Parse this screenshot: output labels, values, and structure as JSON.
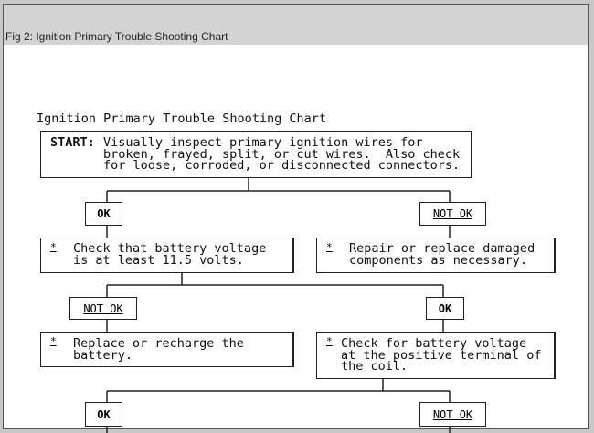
{
  "header": {
    "title": "Fig 2: Ignition Primary Trouble Shooting Chart"
  },
  "chart": {
    "title": "Ignition Primary Trouble Shooting Chart",
    "start": {
      "label": "START:",
      "text": "Visually inspect primary ignition wires for\nbroken, frayed, split, or cut wires.  Also check\nfor loose, corroded, or disconnected connectors."
    },
    "marker": "*",
    "ok": "OK",
    "not_ok": "NOT OK",
    "step_battery_check": "Check that battery voltage\nis at least 11.5 volts.",
    "step_repair": "Repair or replace damaged\ncomponents as necessary.",
    "step_replace_battery": "Replace or recharge the\nbattery.",
    "step_coil_check": "Check for battery voltage\nat the positive terminal of\nthe coil."
  }
}
